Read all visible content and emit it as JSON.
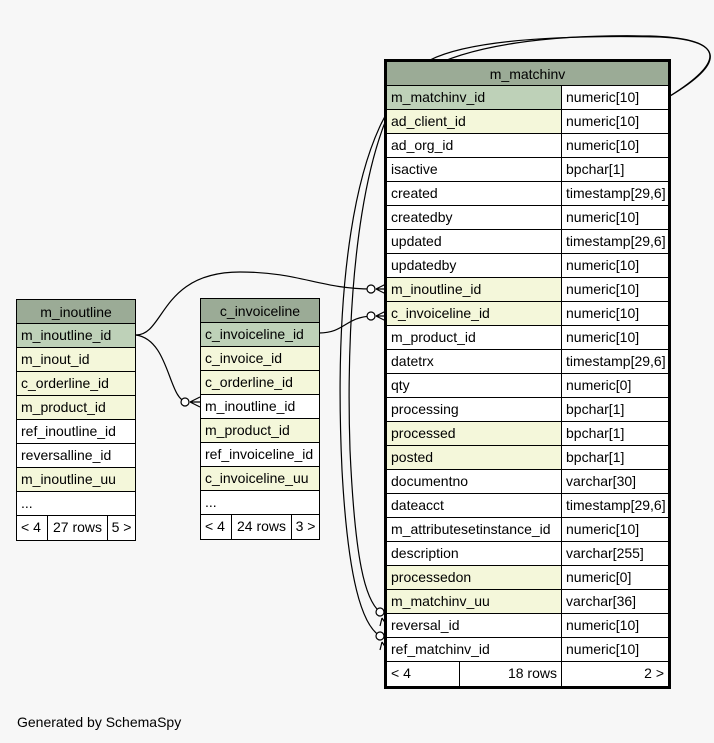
{
  "tables": {
    "m_inoutline": {
      "name": "m_inoutline",
      "columns": [
        {
          "name": "m_inoutline_id",
          "kind": "pk"
        },
        {
          "name": "m_inout_id",
          "kind": "fk"
        },
        {
          "name": "c_orderline_id",
          "kind": "fk"
        },
        {
          "name": "m_product_id",
          "kind": "fk"
        },
        {
          "name": "ref_inoutline_id",
          "kind": "plain"
        },
        {
          "name": "reversalline_id",
          "kind": "plain"
        },
        {
          "name": "m_inoutline_uu",
          "kind": "fk"
        },
        {
          "name": "...",
          "kind": "plain"
        }
      ],
      "footer": {
        "parents": "< 4",
        "rows": "27 rows",
        "children": "5 >"
      }
    },
    "c_invoiceline": {
      "name": "c_invoiceline",
      "columns": [
        {
          "name": "c_invoiceline_id",
          "kind": "pk"
        },
        {
          "name": "c_invoice_id",
          "kind": "fk"
        },
        {
          "name": "c_orderline_id",
          "kind": "fk"
        },
        {
          "name": "m_inoutline_id",
          "kind": "plain"
        },
        {
          "name": "m_product_id",
          "kind": "fk"
        },
        {
          "name": "ref_invoiceline_id",
          "kind": "plain"
        },
        {
          "name": "c_invoiceline_uu",
          "kind": "fk"
        },
        {
          "name": "...",
          "kind": "plain"
        }
      ],
      "footer": {
        "parents": "< 4",
        "rows": "24 rows",
        "children": "3 >"
      }
    },
    "m_matchinv": {
      "name": "m_matchinv",
      "columns": [
        {
          "name": "m_matchinv_id",
          "type": "numeric[10]",
          "kind": "pk"
        },
        {
          "name": "ad_client_id",
          "type": "numeric[10]",
          "kind": "fk"
        },
        {
          "name": "ad_org_id",
          "type": "numeric[10]",
          "kind": "plain"
        },
        {
          "name": "isactive",
          "type": "bpchar[1]",
          "kind": "plain"
        },
        {
          "name": "created",
          "type": "timestamp[29,6]",
          "kind": "plain"
        },
        {
          "name": "createdby",
          "type": "numeric[10]",
          "kind": "plain"
        },
        {
          "name": "updated",
          "type": "timestamp[29,6]",
          "kind": "plain"
        },
        {
          "name": "updatedby",
          "type": "numeric[10]",
          "kind": "plain"
        },
        {
          "name": "m_inoutline_id",
          "type": "numeric[10]",
          "kind": "fk"
        },
        {
          "name": "c_invoiceline_id",
          "type": "numeric[10]",
          "kind": "fk"
        },
        {
          "name": "m_product_id",
          "type": "numeric[10]",
          "kind": "plain"
        },
        {
          "name": "datetrx",
          "type": "timestamp[29,6]",
          "kind": "plain"
        },
        {
          "name": "qty",
          "type": "numeric[0]",
          "kind": "plain"
        },
        {
          "name": "processing",
          "type": "bpchar[1]",
          "kind": "plain"
        },
        {
          "name": "processed",
          "type": "bpchar[1]",
          "kind": "fk"
        },
        {
          "name": "posted",
          "type": "bpchar[1]",
          "kind": "fk"
        },
        {
          "name": "documentno",
          "type": "varchar[30]",
          "kind": "plain"
        },
        {
          "name": "dateacct",
          "type": "timestamp[29,6]",
          "kind": "plain"
        },
        {
          "name": "m_attributesetinstance_id",
          "type": "numeric[10]",
          "kind": "plain"
        },
        {
          "name": "description",
          "type": "varchar[255]",
          "kind": "plain"
        },
        {
          "name": "processedon",
          "type": "numeric[0]",
          "kind": "fk"
        },
        {
          "name": "m_matchinv_uu",
          "type": "varchar[36]",
          "kind": "fk"
        },
        {
          "name": "reversal_id",
          "type": "numeric[10]",
          "kind": "plain"
        },
        {
          "name": "ref_matchinv_id",
          "type": "numeric[10]",
          "kind": "plain"
        }
      ],
      "footer": {
        "parents": "< 4",
        "rows": "18 rows",
        "children": "2 >"
      }
    }
  },
  "colors": {
    "header_bg": "#9bab96",
    "pk_bg": "#bed1b8",
    "fk_bg": "#f4f7da",
    "plain_bg": "#ffffff",
    "background": "#f7f7f7"
  },
  "credit": "Generated by SchemaSpy"
}
